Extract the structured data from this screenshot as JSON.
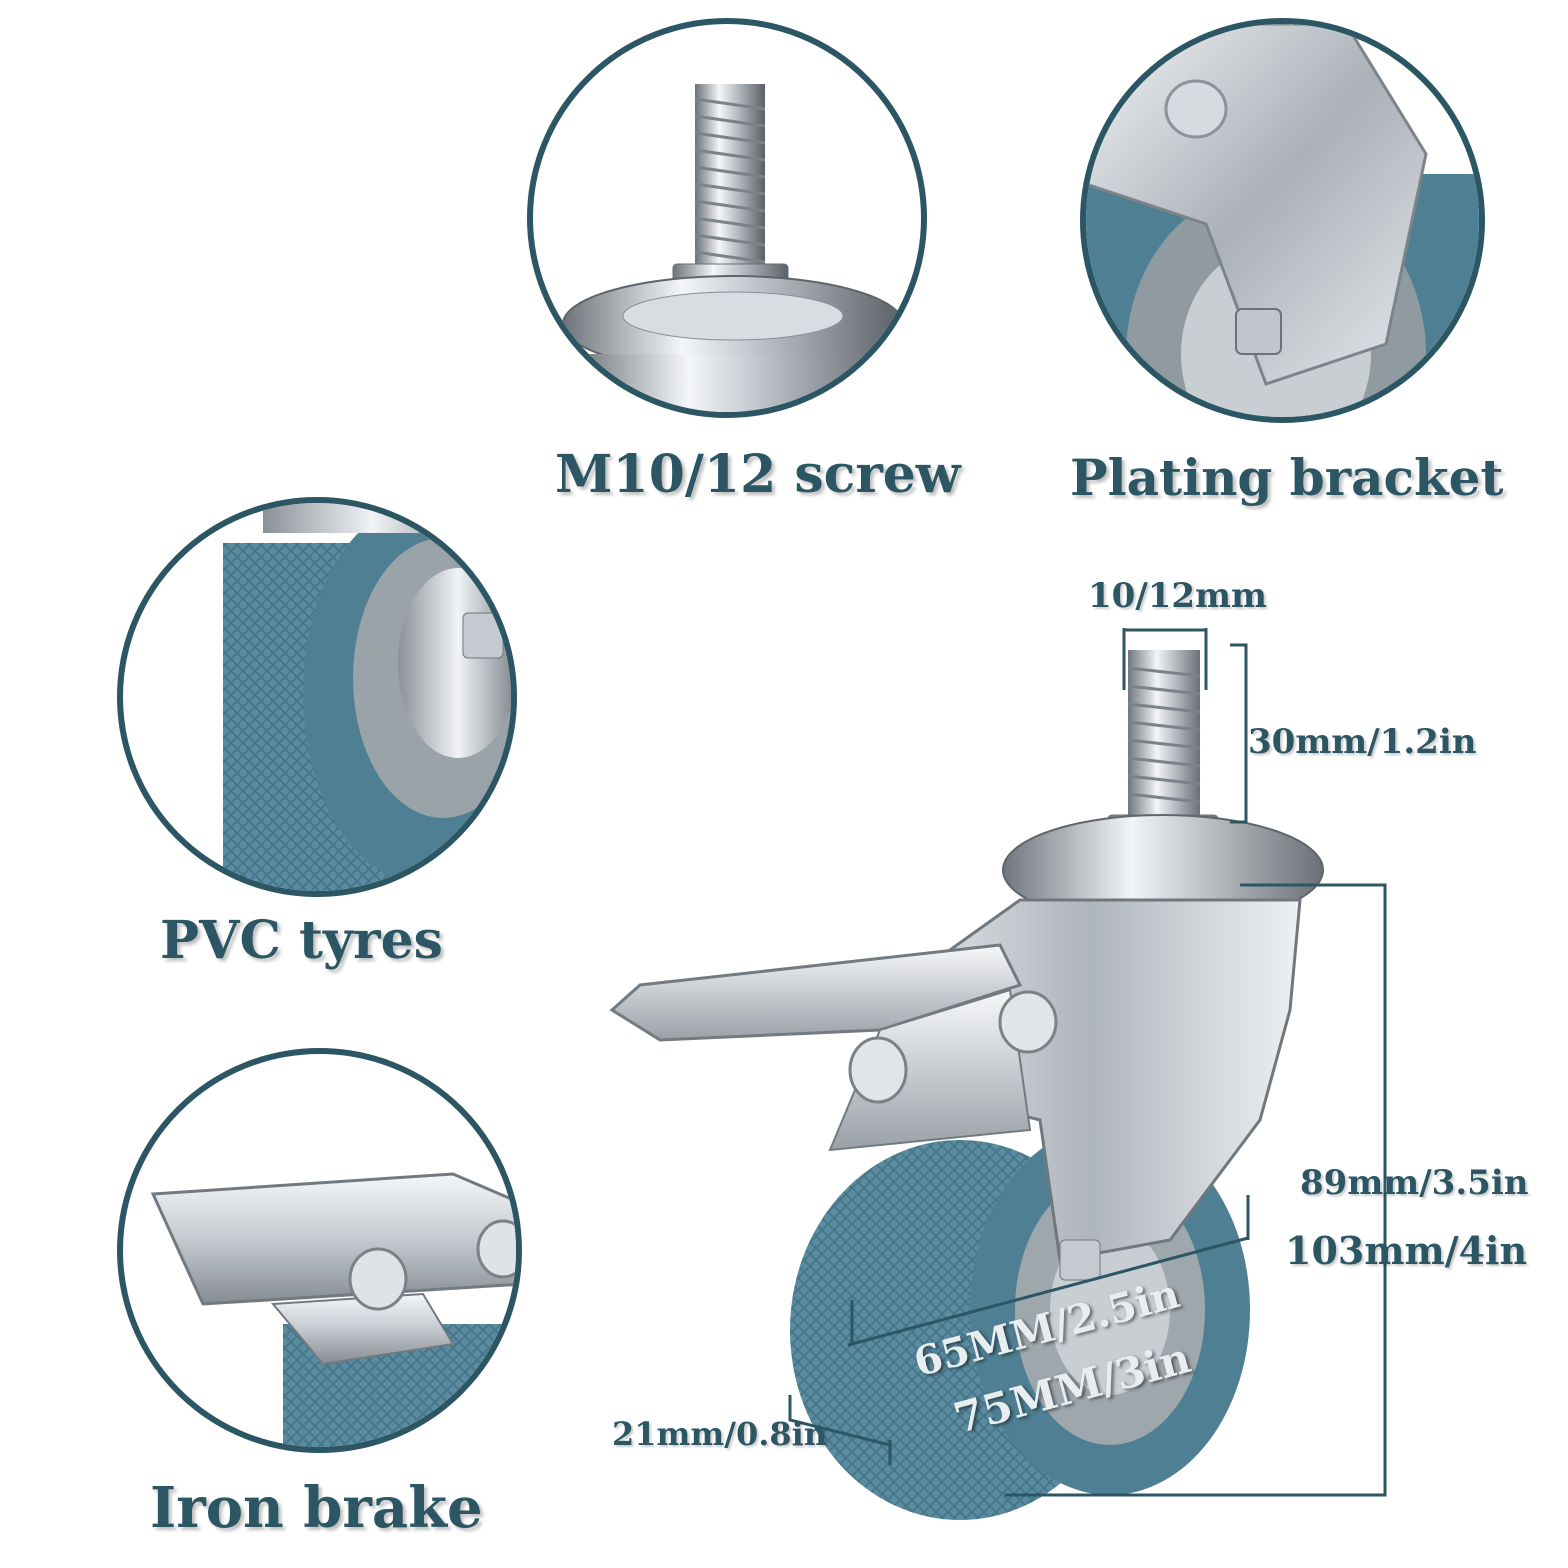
{
  "features": {
    "screw": "M10/12 screw",
    "bracket": "Plating bracket",
    "tyres": "PVC tyres",
    "brake": "Iron brake"
  },
  "dimensions": {
    "thread_diameter": "10/12mm",
    "thread_length": "30mm/1.2in",
    "height_small": "89mm/3.5in",
    "height_large": "103mm/4in",
    "wheel_small": "65MM/2.5in",
    "wheel_large": "75MM/3in",
    "tread_width": "21mm/0.8in"
  },
  "colors": {
    "accent": "#2c5664",
    "tyre": "#4f7f93",
    "metal": "#c9ced3"
  }
}
